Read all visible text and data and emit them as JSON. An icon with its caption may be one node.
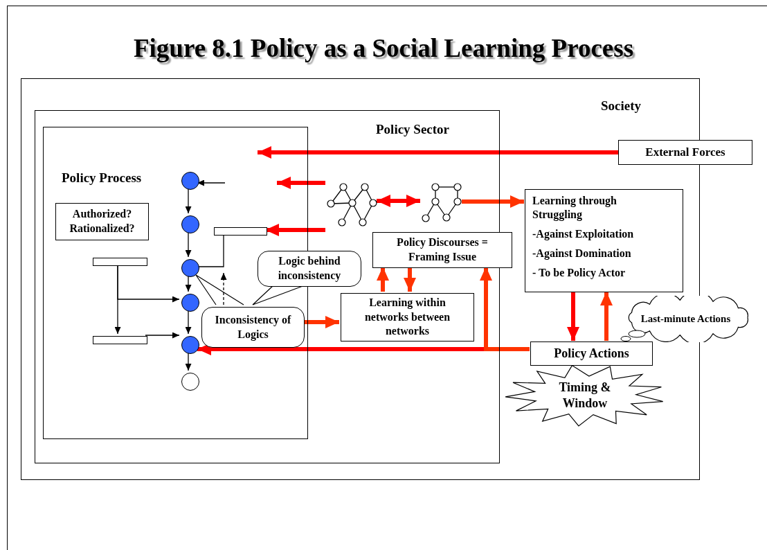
{
  "diagram": {
    "title": "Figure 8.1 Policy as a Social Learning Process",
    "nodes": [
      {
        "text": [
          "Society"
        ]
      },
      {
        "text": [
          "Policy Sector"
        ],
        "in": 0
      },
      {
        "text": [
          "Policy Process"
        ],
        "in": 1
      },
      {
        "text": [
          "Authorized? Rationalized?"
        ],
        "in": 2
      },
      {
        "text": [],
        "shape": "circle",
        "in": 2
      },
      {
        "text": [],
        "shape": "circle",
        "in": 2
      },
      {
        "text": [],
        "shape": "bar",
        "in": 2
      },
      {
        "text": [],
        "shape": "bar",
        "in": 2
      },
      {
        "text": [],
        "shape": "circle",
        "in": 2
      },
      {
        "text": [],
        "shape": "circle",
        "in": 2
      },
      {
        "text": [],
        "shape": "bar",
        "in": 2
      },
      {
        "text": [],
        "shape": "circle",
        "in": 2
      },
      {
        "text": [],
        "shape": "circle",
        "in": 2
      },
      {
        "text": [
          "Logic behind inconsistency"
        ],
        "in": 1
      },
      {
        "text": [
          "Inconsistency of Logics"
        ],
        "in": 2
      },
      {
        "text": [],
        "shape": "picture",
        "in": 1
      },
      {
        "text": [],
        "shape": "picture",
        "in": 1
      },
      {
        "text": [
          "Policy Discourses = Framing Issue"
        ],
        "in": 1
      },
      {
        "text": [
          "Learning within networks between networks"
        ],
        "in": 1
      },
      {
        "text": [
          "External Forces"
        ]
      },
      {
        "text": [
          "Learning through Struggling",
          "-Against Exploitation",
          "-Against Domination",
          "- To be Policy Actor"
        ],
        "in": 0
      },
      {
        "text": [
          "Last-minute Actions"
        ]
      },
      {
        "text": [
          "Policy Actions"
        ],
        "in": 0
      },
      {
        "text": [
          "Timing & Window"
        ],
        "in": 0
      }
    ],
    "edges": [
      {
        "from": null,
        "to": 4,
        "arrow": "to"
      },
      {
        "from": 4,
        "to": 5,
        "arrow": "to"
      },
      {
        "from": 5,
        "to": 8,
        "arrow": "to"
      },
      {
        "from": 8,
        "to": 9,
        "arrow": "to"
      },
      {
        "from": 9,
        "to": 11,
        "arrow": "to"
      },
      {
        "from": 11,
        "to": 12,
        "arrow": "to"
      },
      {
        "from": 6,
        "to": 8,
        "arrow": "none"
      },
      {
        "from": 14,
        "to": null,
        "arrow": "to",
        "style": "dashed"
      },
      {
        "from": 7,
        "to": 9,
        "arrow": "to"
      },
      {
        "from": 7,
        "to": 10,
        "arrow": "to"
      },
      {
        "from": 10,
        "to": 11,
        "arrow": "to"
      },
      {
        "from": 14,
        "to": 8,
        "arrow": "none"
      },
      {
        "from": 13,
        "to": 14,
        "arrow": "none"
      },
      {
        "from": 19,
        "to": 2,
        "arrow": "to",
        "style": "thick",
        "color": "#ff0000"
      },
      {
        "from": 15,
        "to": null,
        "arrow": "to",
        "style": "thick",
        "color": "#ff0000"
      },
      {
        "from": 15,
        "to": 6,
        "arrow": "to",
        "style": "thick",
        "color": "#ff0000"
      },
      {
        "from": 15,
        "to": 16,
        "arrow": "both",
        "style": "thick",
        "color": "#ff0000"
      },
      {
        "from": 16,
        "to": 20,
        "arrow": "to",
        "style": "thick",
        "color": "#ff3300"
      },
      {
        "from": 14,
        "to": 18,
        "arrow": "to",
        "style": "thick",
        "color": "#ff3300"
      },
      {
        "from": 18,
        "to": 17,
        "arrow": "to",
        "style": "thick",
        "color": "#ff3300"
      },
      {
        "from": 17,
        "to": 18,
        "arrow": "to",
        "style": "thick",
        "color": "#ff3300"
      },
      {
        "from": 20,
        "to": 22,
        "arrow": "to",
        "style": "thick",
        "color": "#ff0000"
      },
      {
        "from": 22,
        "to": 20,
        "arrow": "to",
        "style": "thick",
        "color": "#ff3300"
      },
      {
        "from": 22,
        "to": 11,
        "arrow": "to",
        "style": "thick",
        "color": "#ff0000"
      },
      {
        "from": 22,
        "to": 17,
        "arrow": "to",
        "style": "thick",
        "color": "#ff3300"
      }
    ]
  }
}
